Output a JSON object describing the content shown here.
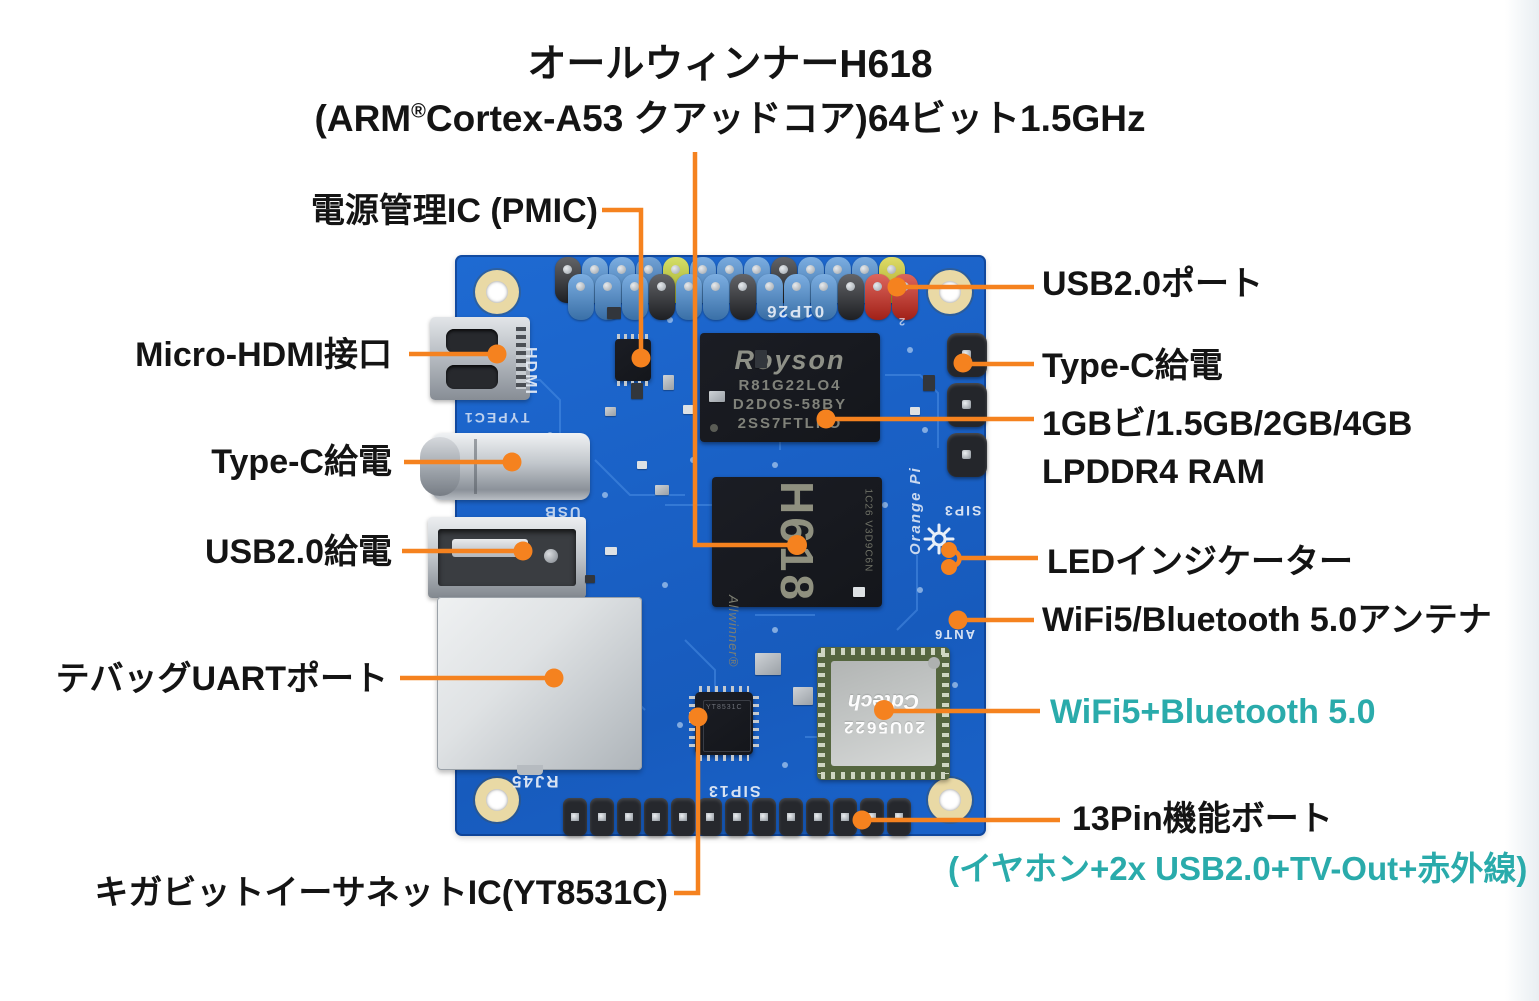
{
  "colors": {
    "accent_line": "#f5821f",
    "teal_text": "#2aabab",
    "ink_text": "#141414",
    "pcb_blue": "#1a61c6"
  },
  "title": {
    "line1": "オールウィンナーH618",
    "line2_pre": "(ARM",
    "line2_reg": "®",
    "line2_post": "Cortex-A53 クアッドコア)64ビット1.5GHz"
  },
  "labels": {
    "pmic": "電源管理IC (PMIC)",
    "micro_hdmi": "Micro-HDMI接口",
    "typec_left": "Type-C給電",
    "usb_left": "USB2.0給電",
    "uart": "テバッグUARTポート",
    "ethernet_ic": "キガビットイーサネットIC(YT8531C)",
    "usb_port": "USB2.0ポート",
    "typec_right": "Type-C給電",
    "ram_line1": "1GBビ/1.5GB/2GB/4GB",
    "ram_line2": "LPDDR4 RAM",
    "led": "LEDインジケーター",
    "antenna": "WiFi5/Bluetooth 5.0アンテナ",
    "wifi_bt": "WiFi5+Bluetooth 5.0",
    "pin13": "13Pin機能ボート",
    "pin13_detail": "(イヤホン+2x USB2.0+TV-Out+赤外線)"
  },
  "board": {
    "silkscreen": {
      "hdmi": "HDMI",
      "typec1": "TYPEC1",
      "usb": "USB",
      "rj45": "RJ45",
      "sip13": "SIP13",
      "sip3": "SIP3",
      "oip26": "01P26",
      "ant6": "ANT6",
      "num2": "2",
      "orangepi": "Orange Pi"
    },
    "chips": {
      "ram_brand": "Royson",
      "ram_mark1": "R81G22LO4",
      "ram_mark2": "D2DOS-58BY",
      "ram_mark3": "2SS7FTLKO",
      "soc_name": "H618",
      "soc_brand": "Allwinner®",
      "soc_side": "1C26 V3D9C6N",
      "eth_ic_mark": "YT8531C",
      "wifi_model": "20U5622",
      "wifi_brand": "Cdtech"
    },
    "top_pins": {
      "upper": [
        "#26282d",
        "#4a8fd6",
        "#4a8fd6",
        "#3d7fc6",
        "#c6d32e",
        "#4a8fd6",
        "#478bd2",
        "#4a8fd6",
        "#26282d",
        "#4a8fd6",
        "#4a8fd6",
        "#478bd2",
        "#d2cf2e"
      ],
      "lower": [
        "#4a8fd6",
        "#478bd2",
        "#4a8fd6",
        "#26282d",
        "#4a8fd6",
        "#4a8fd6",
        "#26282d",
        "#478bd2",
        "#4a8fd6",
        "#4a8fd6",
        "#26282d",
        "#cf2a1e",
        "#cf2a1e"
      ]
    },
    "bottom_pin_count": 13,
    "sip3_pin_count": 3
  }
}
